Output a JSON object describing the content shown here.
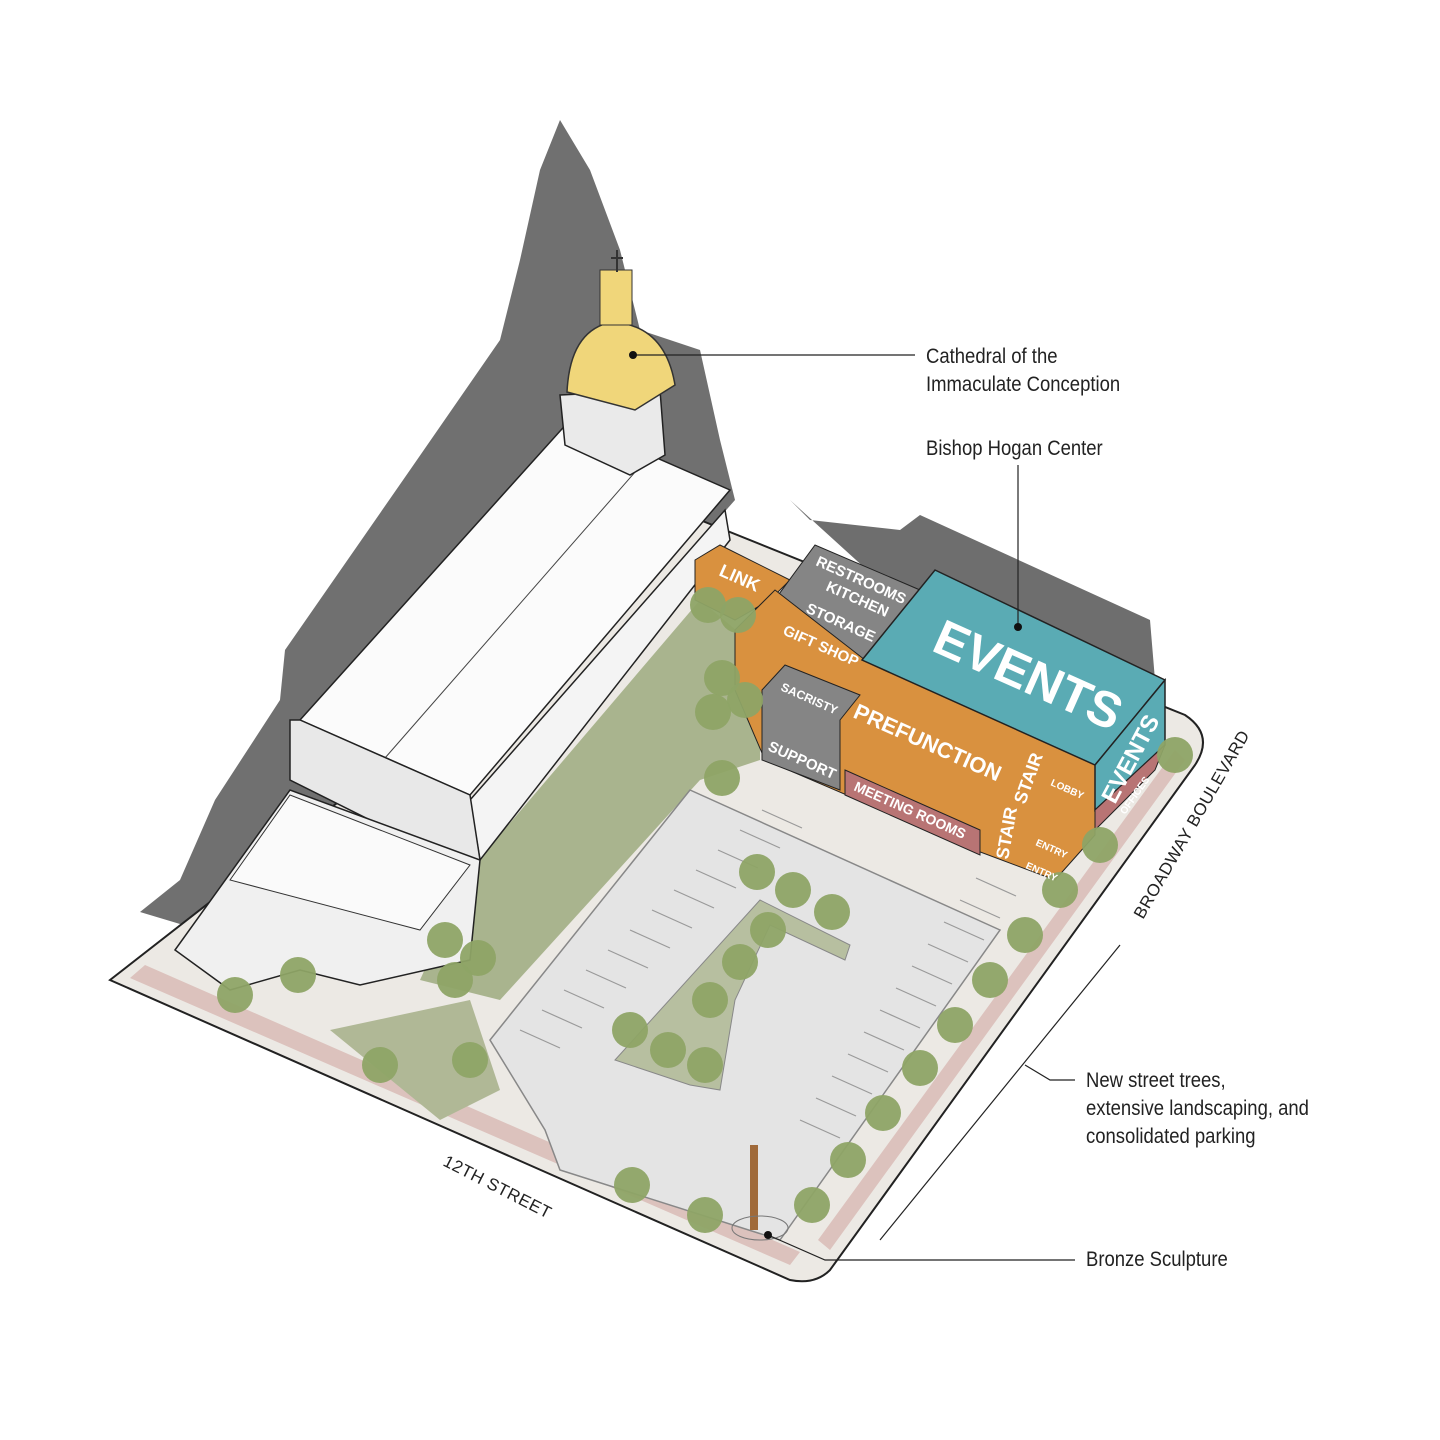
{
  "callouts": {
    "cathedral": [
      "Cathedral of the",
      "Immaculate Conception"
    ],
    "bishop_hogan": "Bishop Hogan Center",
    "landscaping": [
      "New street trees,",
      "extensive landscaping, and",
      "consolidated parking"
    ],
    "sculpture": "Bronze Sculpture"
  },
  "streets": {
    "south": "12TH STREET",
    "east": "BROADWAY BOULEVARD"
  },
  "program": {
    "link": "LINK",
    "services": [
      "RESTROOMS",
      "KITCHEN",
      "STORAGE",
      "GIFT SHOP"
    ],
    "events_roof": "EVENTS",
    "events_side": "EVENTS",
    "offices": "OFFICES",
    "sacristy": "SACRISTY",
    "support": "SUPPORT",
    "prefunction": "PREFUNCTION",
    "meeting_rooms": "MEETING ROOMS",
    "stair_1": "STAIR",
    "stair_2": "STAIR",
    "lobby": "LOBBY",
    "entry_1": "ENTRY",
    "entry_2": "ENTRY"
  },
  "colors": {
    "events": "#5aabb4",
    "orange": "#d9913f",
    "gray": "#858585",
    "meeting": "#b87474",
    "dome": "#f0d67a",
    "shadow": "#707070",
    "lawn": "#a9b48e",
    "tree": "#8ea466"
  }
}
